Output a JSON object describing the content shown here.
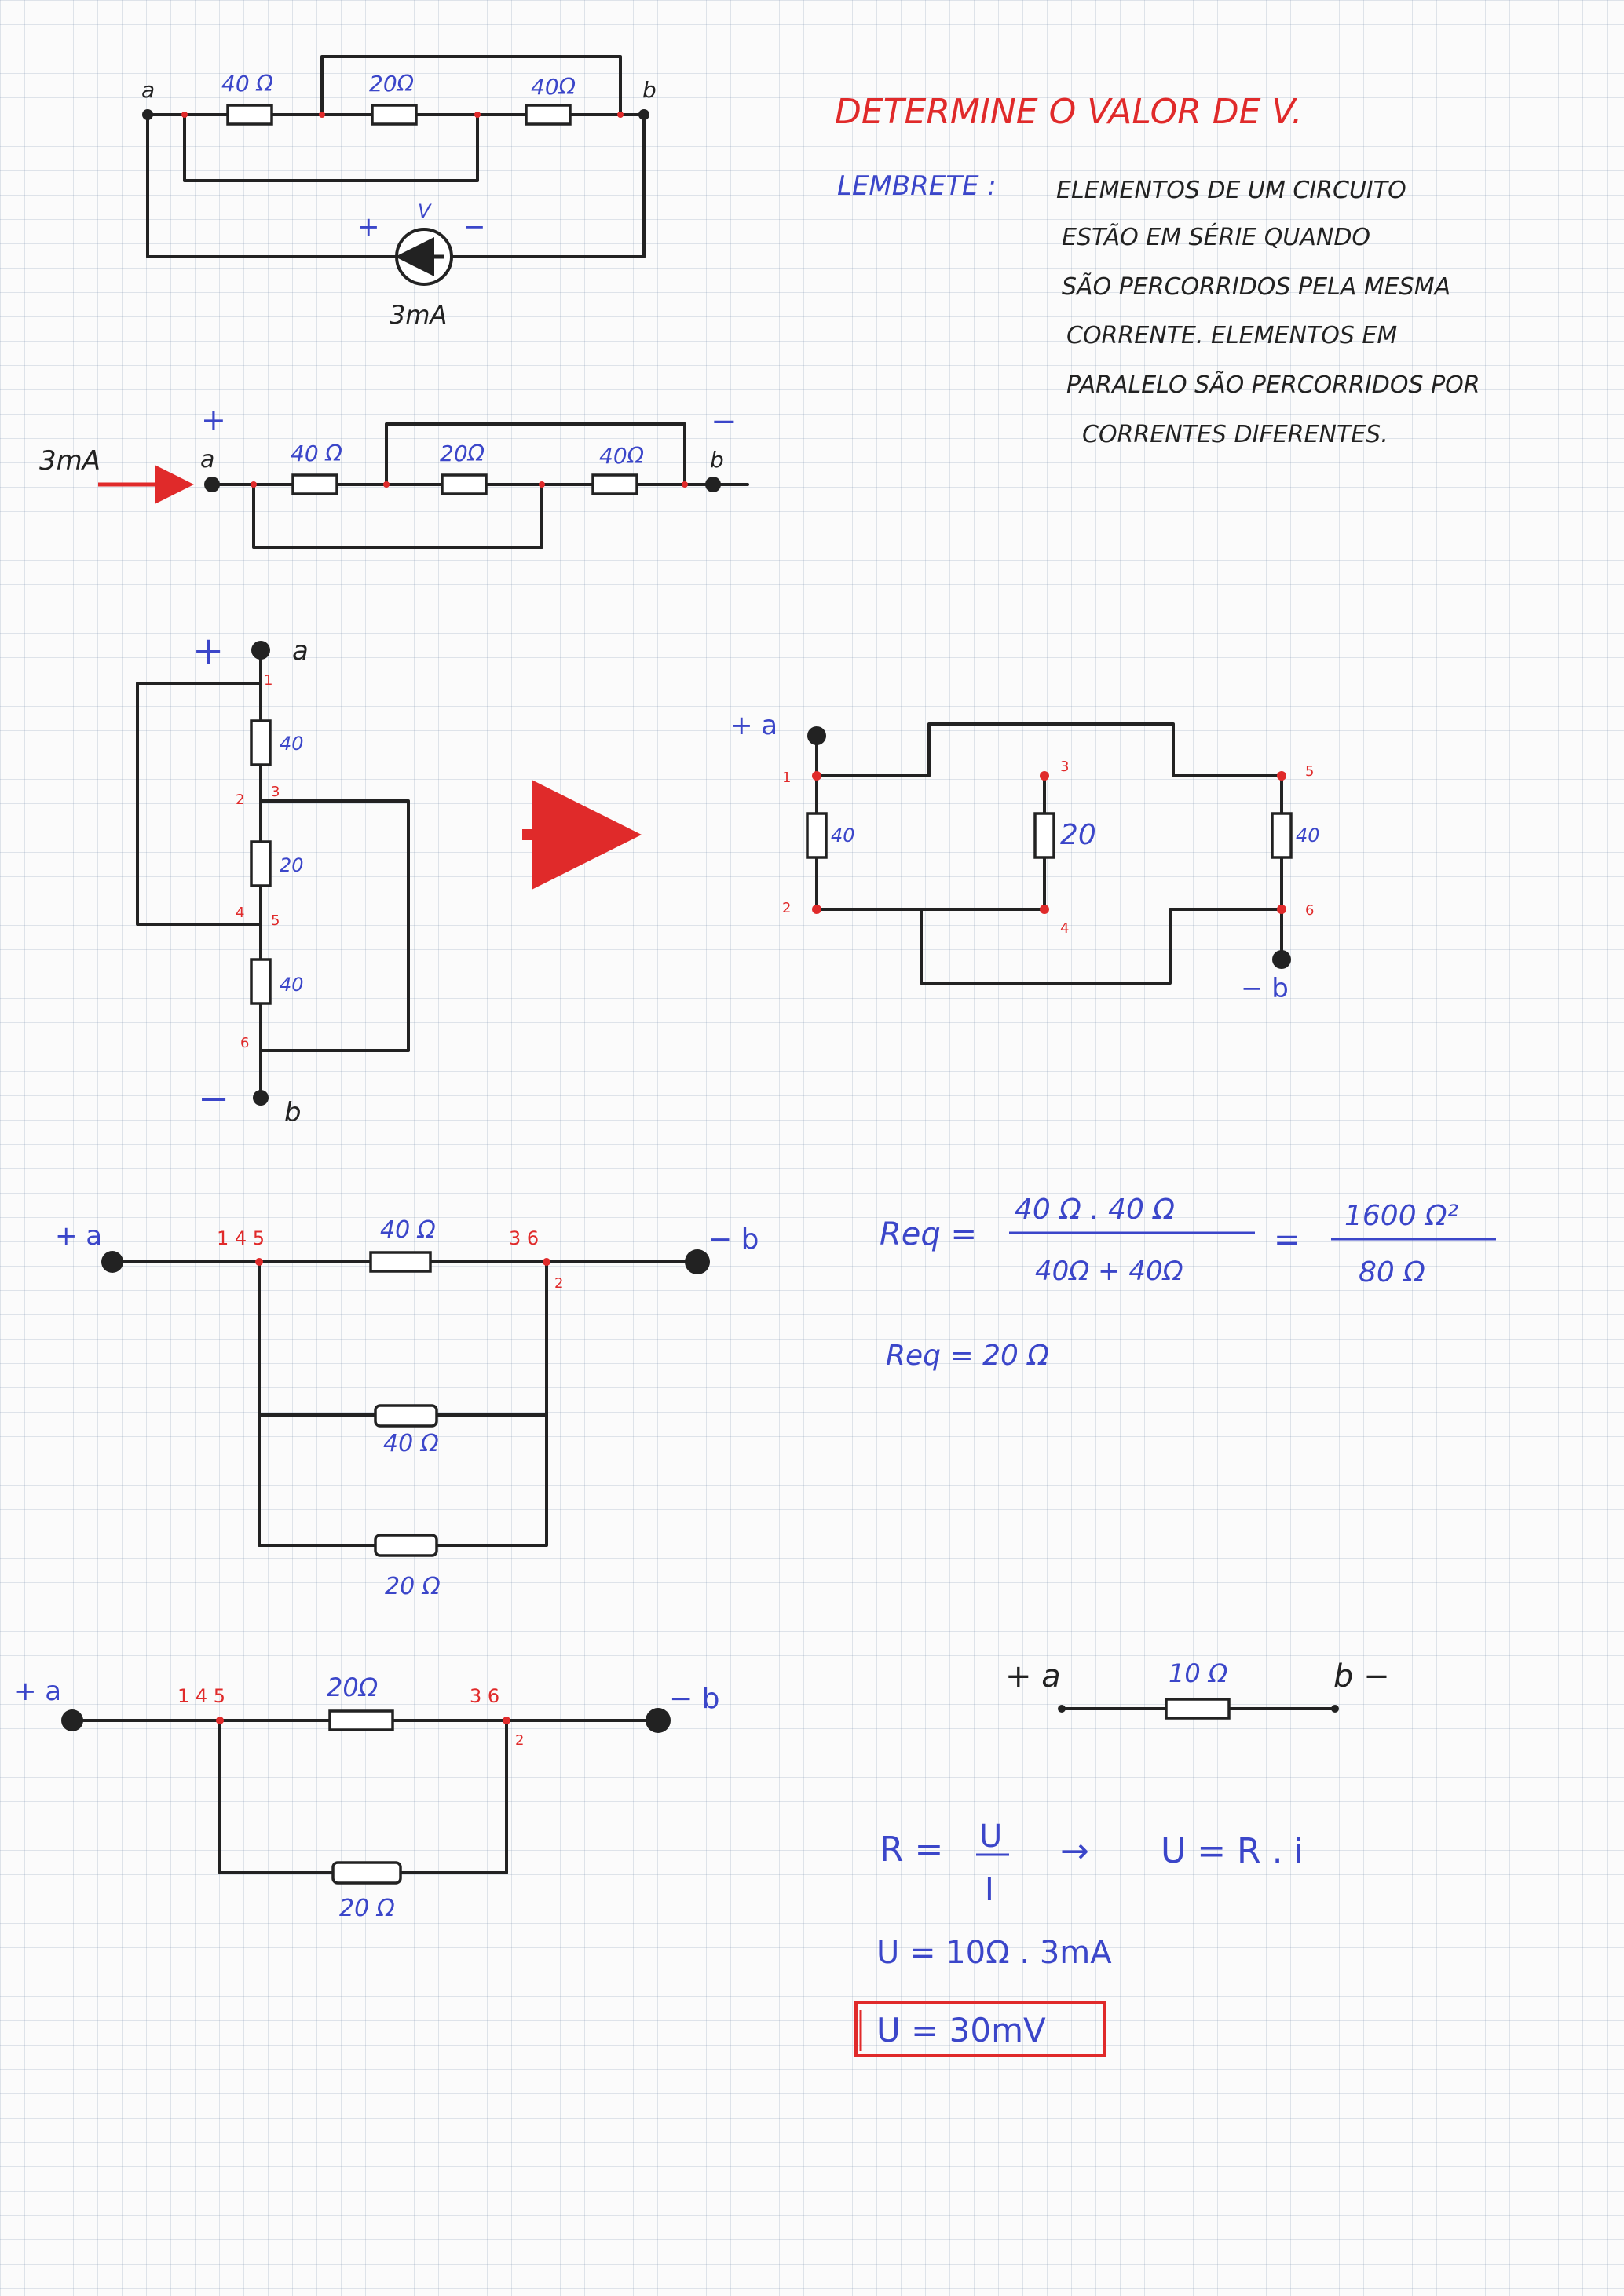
{
  "title": "DETERMINE O VALOR DE V.",
  "note": {
    "heading": "LEMBRETE :",
    "lines": [
      "ELEMENTOS DE UM CIRCUITO",
      "ESTÃO EM SÉRIE QUANDO",
      "SÃO PERCORRIDOS PELA MESMA",
      "CORRENTE. ELEMENTOS EM",
      "PARALELO SÃO PERCORRIDOS POR",
      "CORRENTES DIFERENTES."
    ]
  },
  "circuit1": {
    "node_a": "a",
    "node_b": "b",
    "r1": "40 Ω",
    "r2": "20Ω",
    "r3": "40Ω",
    "source_plus": "+",
    "source_minus": "−",
    "source_v": "V",
    "source_current": "3mA"
  },
  "circuit2": {
    "current": "3mA",
    "node_a": "a",
    "node_b": "b",
    "plus": "+",
    "minus": "−",
    "r1": "40 Ω",
    "r2": "20Ω",
    "r3": "40Ω"
  },
  "circuit3": {
    "plus": "+",
    "minus": "−",
    "node_a": "a",
    "node_b": "b",
    "r1": "40",
    "r2": "20",
    "r3": "40",
    "n1": "1",
    "n2": "2",
    "n3": "3",
    "n4": "4",
    "n5": "5",
    "n6": "6"
  },
  "circuit4": {
    "plus_a": "+ a",
    "minus_b": "− b",
    "r1": "40",
    "r2": "20",
    "r3": "40",
    "n1": "1",
    "n2": "2",
    "n3": "3",
    "n4": "4",
    "n5": "5",
    "n6": "6"
  },
  "circuit5": {
    "plus_a": "+ a",
    "minus_b": "− b",
    "nodes_left": "1 4 5",
    "nodes_right": "3 6",
    "node_2": "2",
    "r_top": "40 Ω",
    "r_mid": "40 Ω",
    "r_bot": "20 Ω"
  },
  "req_calc": {
    "label": "Req =",
    "numerator": "40 Ω . 40 Ω",
    "denominator": "40Ω + 40Ω",
    "equals": "=",
    "num2": "1600 Ω²",
    "den2": "80 Ω",
    "result": "Req = 20 Ω"
  },
  "circuit6": {
    "plus_a": "+ a",
    "minus_b": "− b",
    "nodes_left": "1 4 5",
    "nodes_right": "3 6",
    "node_2": "2",
    "r_top": "20Ω",
    "r_bot": "20 Ω"
  },
  "circuit7": {
    "plus_a": "+ a",
    "r": "10 Ω",
    "b_minus": "b −"
  },
  "ohm": {
    "law_left": "R =",
    "law_num": "U",
    "law_den": "I",
    "arrow": "→",
    "law_right": "U = R . i",
    "calc": "U = 10Ω . 3mA",
    "result": "U = 30mV"
  },
  "colors": {
    "ink": "#222222",
    "blue": "#3b46c9",
    "red": "#e02a2a",
    "grid": "#c8d2e0"
  }
}
